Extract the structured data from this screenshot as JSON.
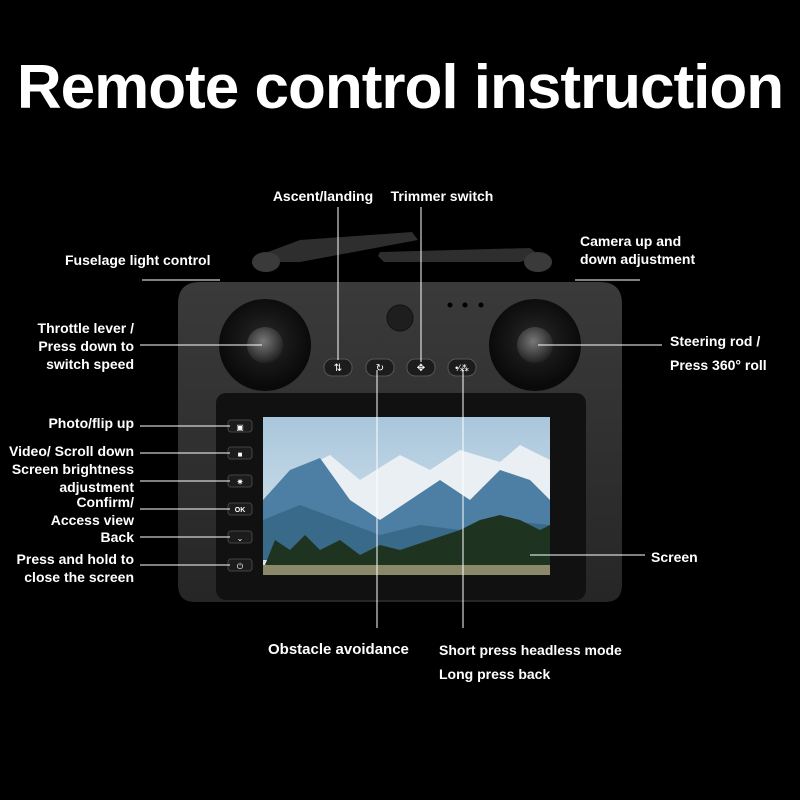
{
  "title": "Remote control instruction",
  "labels": {
    "ascent_landing": "Ascent/landing",
    "trimmer_switch": "Trimmer switch",
    "fuselage_light": "Fuselage light control",
    "camera_adjust_1": "Camera up and",
    "camera_adjust_2": "down adjustment",
    "throttle_1": "Throttle lever /",
    "throttle_2": "Press down to",
    "throttle_3": "switch speed",
    "steering_1": "Steering rod /",
    "steering_2": "Press 360° roll",
    "photo": "Photo/flip up",
    "video": "Video/ Scroll down",
    "brightness_1": "Screen brightness",
    "brightness_2": "adjustment",
    "confirm_1": "Confirm/",
    "confirm_2": "Access view",
    "back": "Back",
    "power_1": "Press and hold to",
    "power_2": "close the screen",
    "screen": "Screen",
    "obstacle": "Obstacle avoidance",
    "headless_1": "Short press headless mode",
    "headless_2": "Long press back"
  },
  "buttons": {
    "ok": "OK"
  }
}
